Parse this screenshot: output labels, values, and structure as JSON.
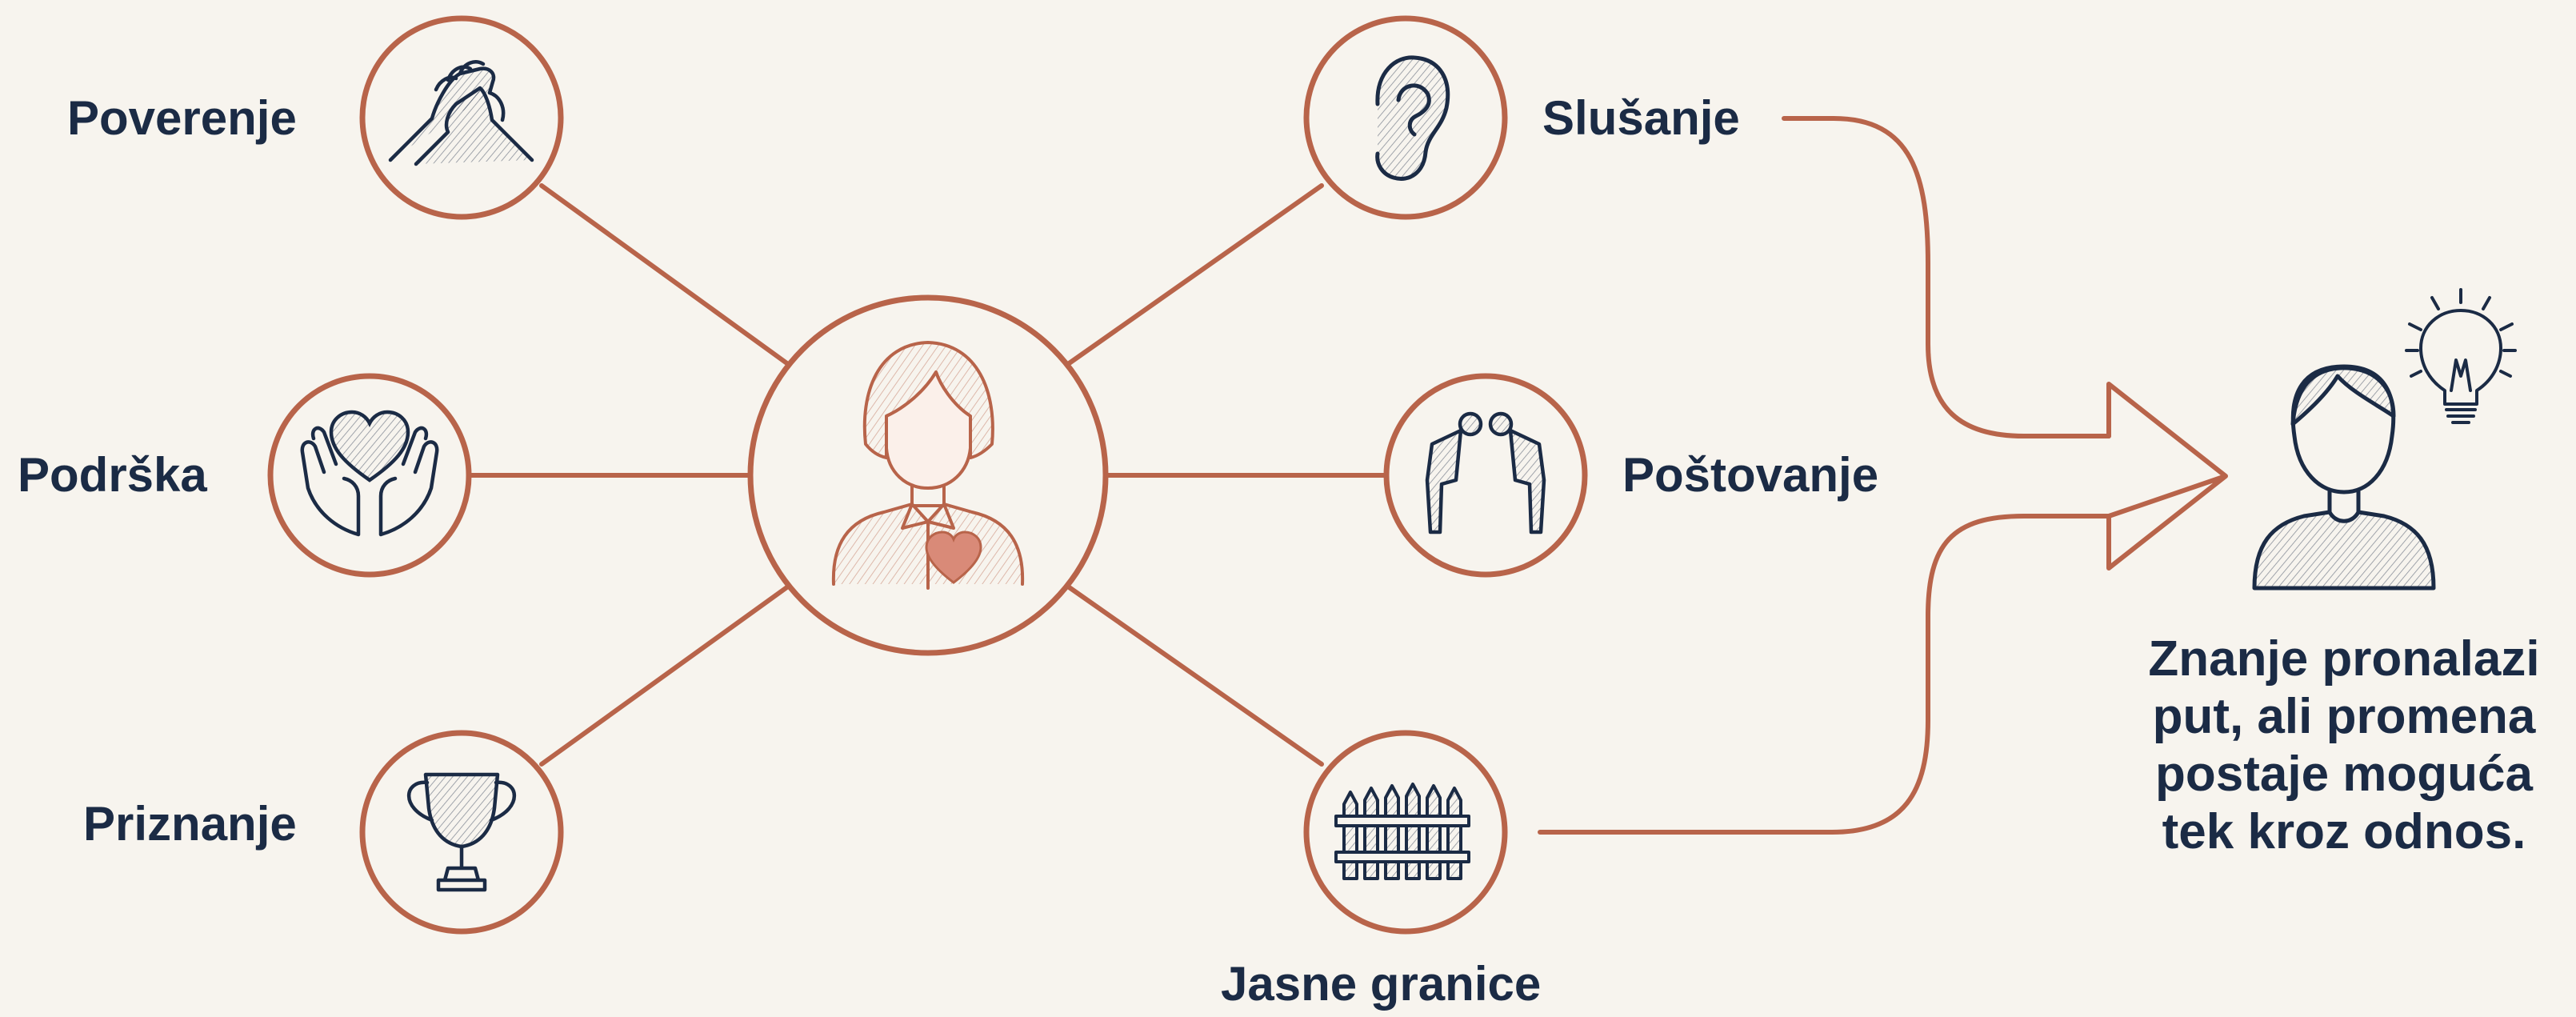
{
  "colors": {
    "background": "#f7f4ee",
    "accent": "#b8644a",
    "ink": "#1b2b45",
    "heart": "#d98a78"
  },
  "center": {
    "icon": "woman-with-heart-icon"
  },
  "nodes": {
    "trust": {
      "label": "Poverenje",
      "icon": "handshake-icon"
    },
    "support": {
      "label": "Podrška",
      "icon": "heart-in-hands-icon"
    },
    "recognition": {
      "label": "Priznanje",
      "icon": "trophy-icon"
    },
    "listening": {
      "label": "Slušanje",
      "icon": "ear-icon"
    },
    "respect": {
      "label": "Poštovanje",
      "icon": "bowing-people-icon"
    },
    "boundaries": {
      "label": "Jasne granice",
      "icon": "fence-icon"
    }
  },
  "result": {
    "icon": "person-with-lightbulb-icon",
    "caption_lines": [
      "Znanje pronalazi",
      "put, ali promena",
      "postaje moguća",
      "tek kroz odnos."
    ]
  }
}
